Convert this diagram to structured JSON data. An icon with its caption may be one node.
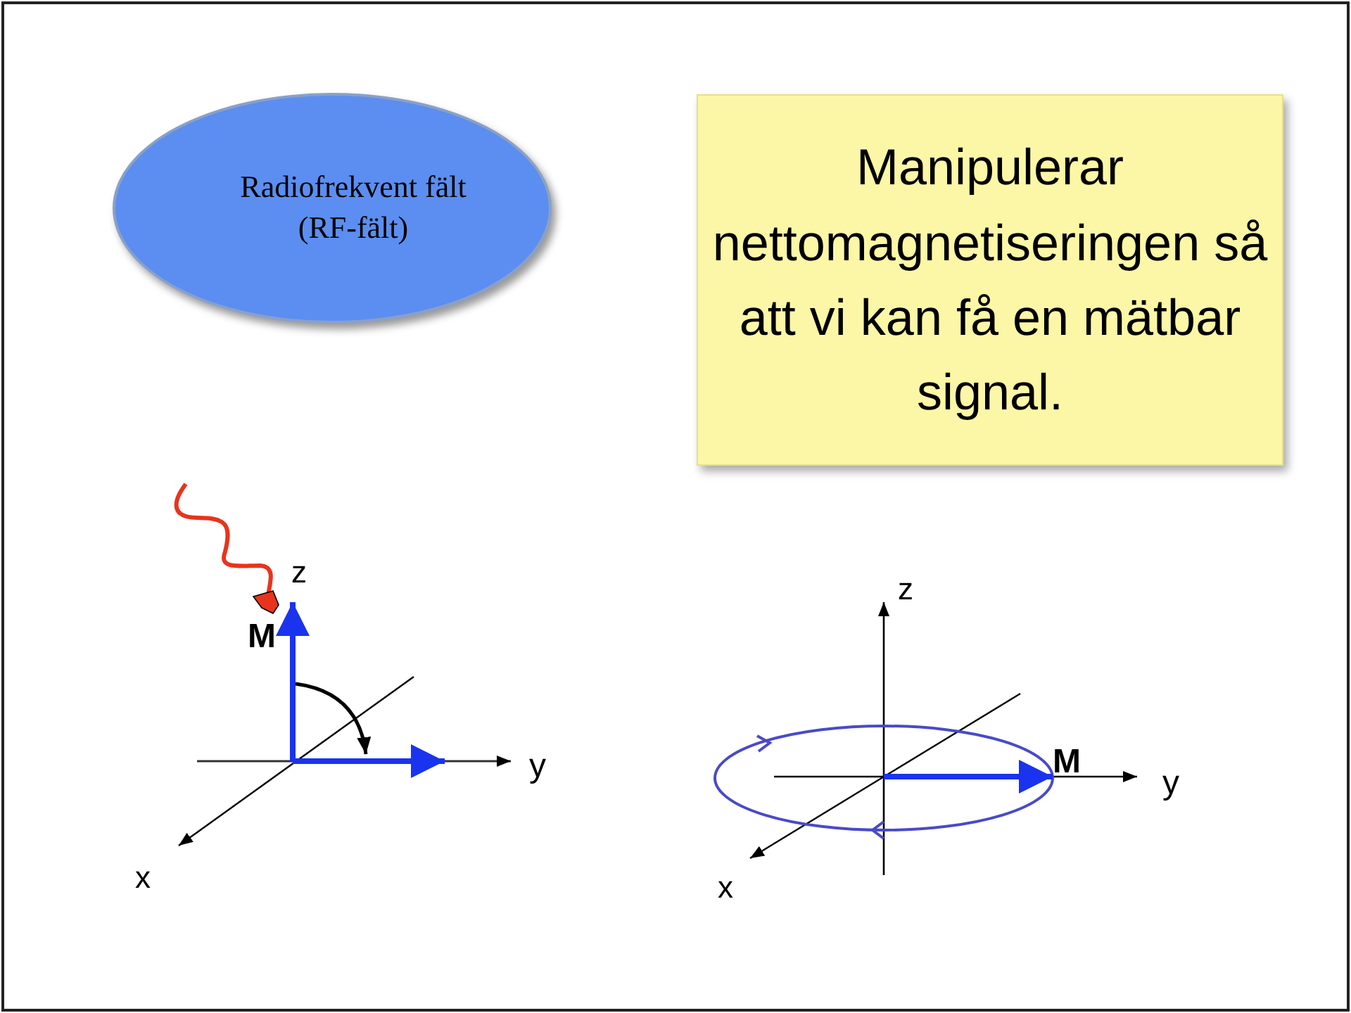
{
  "diagram": {
    "nodes": [
      {
        "text": [
          "Radiofrekvent fält (RF-fält)"
        ]
      },
      {
        "text": [
          "Manipulerar nettomagnetiseringen så att vi kan få en mätbar signal."
        ]
      }
    ],
    "labels": [
      "z",
      "M",
      "y",
      "x",
      "z",
      "M",
      "y",
      "x"
    ]
  }
}
